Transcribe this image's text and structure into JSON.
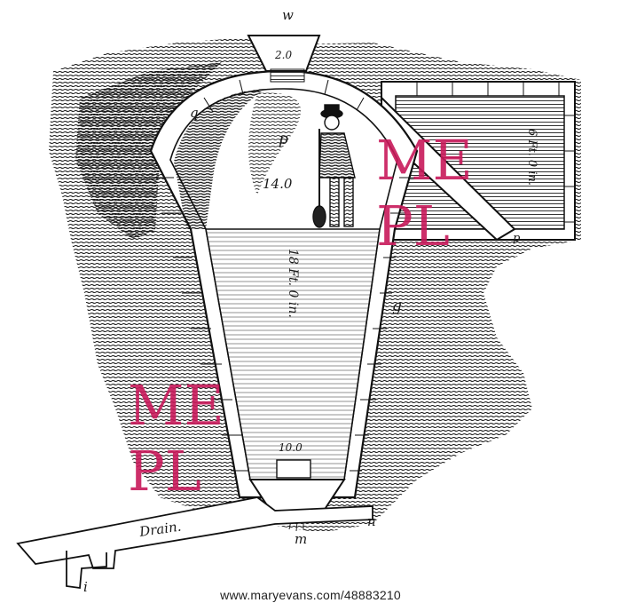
{
  "labels": {
    "top_letter": "w",
    "top_dim": "2.0",
    "left_letter": "q",
    "center_letter": "p",
    "center_dim": "14.0",
    "right_dim": "6 Ft. 0 in.",
    "right_letter": "p",
    "lower_dim": "18 Ft. 0 in.",
    "side_letter": "g",
    "bottom_dim": "10.0",
    "drain_label": "Drain.",
    "drain_letter_m": "m",
    "drain_letter_n": "n",
    "drain_letter_i": "i"
  },
  "watermark": {
    "line1": "ME",
    "line2": "PL",
    "color": "#c8195a"
  },
  "credit": "www.maryevans.com/48883210",
  "colors": {
    "ink": "#1a1a1a",
    "paper": "#ffffff",
    "watermark": "#c8195a"
  }
}
